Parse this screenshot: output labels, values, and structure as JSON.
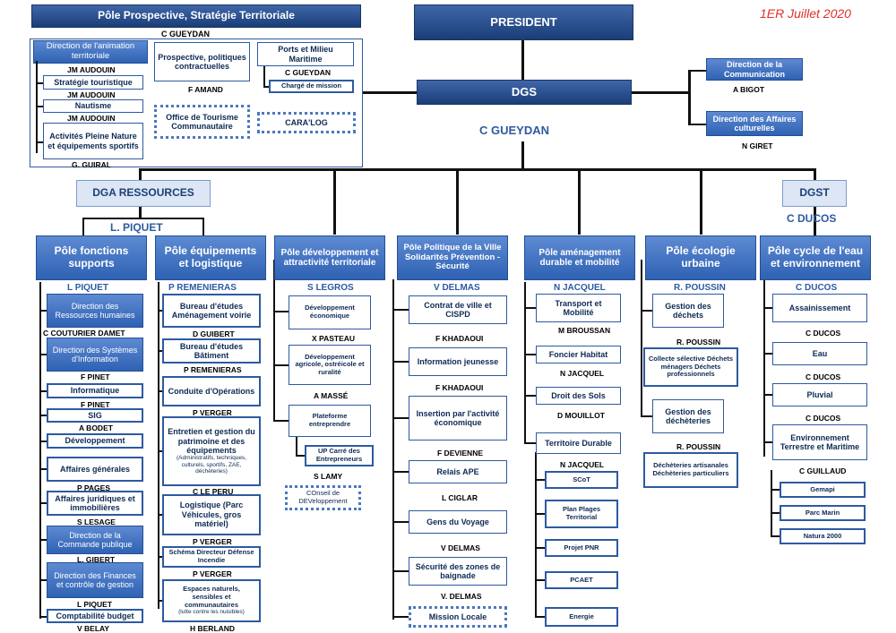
{
  "date": "1ER Juillet 2020",
  "top": {
    "prospective_title": "Pôle Prospective, Stratégie Territoriale",
    "prospective_name": "C GUEYDAN",
    "anim_title": "Direction de l'animation territoriale",
    "anim_name": "JM AUDOUIN",
    "strat_tour": "Stratégie touristique",
    "strat_tour_name": "JM AUDOUIN",
    "nautisme": "Nautisme",
    "nautisme_name": "JM AUDOUIN",
    "activites": "Activités Pleine Nature et équipements sportifs",
    "activites_name": "G. GUIRAL",
    "prosp_pol": "Prospective, politiques contractuelles",
    "prosp_pol_name": "F AMAND",
    "office": "Office de Tourisme Communautaire",
    "ports": "Ports et Milieu Maritime",
    "ports_name": "C GUEYDAN",
    "charge": "Chargé de mission",
    "caralog": "CARA'LOG",
    "president": "PRESIDENT",
    "dgs": "DGS",
    "dgs_name": "C GUEYDAN",
    "comm": "Direction de la Communication",
    "comm_name": "A BIGOT",
    "culture": "Direction des Affaires culturelles",
    "culture_name": "N GIRET",
    "dga": "DGA RESSOURCES",
    "dga_name": "L. PIQUET",
    "dgst": "DGST",
    "dgst_name": "C DUCOS"
  },
  "poles": [
    {
      "title": "Pôle fonctions supports",
      "name": "L PIQUET"
    },
    {
      "title": "Pôle équipements et logistique",
      "name": "P REMENIERAS"
    },
    {
      "title": "Pôle développement et attractivité territoriale",
      "name": "S LEGROS"
    },
    {
      "title": "Pôle Politique de la Ville Solidarités Prévention - Sécurité",
      "name": "V DELMAS"
    },
    {
      "title": "Pôle aménagement durable et mobilité",
      "name": "N JACQUEL"
    },
    {
      "title": "Pôle écologie urbaine",
      "name": "R. POUSSIN"
    },
    {
      "title": "Pôle cycle de l'eau et environnement",
      "name": "C DUCOS"
    }
  ],
  "col1": [
    {
      "label": "Direction des Ressources humaines",
      "name": "C COUTURIER DAMET"
    },
    {
      "label": "Direction des Systèmes d'Information",
      "name": "F PINET"
    },
    {
      "label": "Informatique",
      "name": "F PINET"
    },
    {
      "label": "SIG",
      "name": "A BODET"
    },
    {
      "label": "Développement",
      "name": ""
    },
    {
      "label": "Affaires générales",
      "name": "P PAGES"
    },
    {
      "label": "Affaires juridiques et immobilières",
      "name": "S LESAGE"
    },
    {
      "label": "Direction de la Commande publique",
      "name": "L. GIBERT"
    },
    {
      "label": "Direction des Finances et contrôle de gestion",
      "name": "L PIQUET"
    },
    {
      "label": "Comptabilité budget",
      "name": "V BELAY"
    }
  ],
  "col2": [
    {
      "label": "Bureau d'études Aménagement voirie",
      "name": "D GUIBERT"
    },
    {
      "label": "Bureau d'études Bâtiment",
      "name": "P REMENIERAS"
    },
    {
      "label": "Conduite d'Opérations",
      "name": "P VERGER"
    },
    {
      "label": "Entretien et gestion du patrimoine et des équipements",
      "sub": "(Administratifs, techniques, culturels, sportifs, ZAE, déchèteries)",
      "name": "C LE PERU"
    },
    {
      "label": "Logistique (Parc Véhicules, gros matériel)",
      "name": "P VERGER"
    },
    {
      "label": "Schéma Directeur Défense Incendie",
      "name": "P VERGER"
    },
    {
      "label": "Espaces naturels, sensibles et communautaires",
      "sub": "(lutte contre les nuisibles)",
      "name": "H BERLAND"
    }
  ],
  "col3": [
    {
      "label": "Développement économique",
      "name": "X PASTEAU"
    },
    {
      "label": "Développement agricole, ostréicole et ruralité",
      "name": "A MASSÉ"
    },
    {
      "label": "Plateforme entreprendre",
      "name": ""
    },
    {
      "label": "UP Carré des Entrepreneurs",
      "name": "S LAMY"
    },
    {
      "label": "COnseil de DEVeloppement",
      "name": ""
    }
  ],
  "col4": [
    {
      "label": "Contrat de ville et CISPD",
      "name": "F KHADAOUI"
    },
    {
      "label": "Information jeunesse",
      "name": "F KHADAOUI"
    },
    {
      "label": "Insertion par l'activité économique",
      "name": "F DEVIENNE"
    },
    {
      "label": "Relais APE",
      "name": "L CIGLAR"
    },
    {
      "label": "Gens du Voyage",
      "name": "V DELMAS"
    },
    {
      "label": "Sécurité des zones de baignade",
      "name": "V. DELMAS"
    },
    {
      "label": "Mission Locale",
      "name": ""
    }
  ],
  "col5": [
    {
      "label": "Transport et Mobilité",
      "name": "M BROUSSAN"
    },
    {
      "label": "Foncier Habitat",
      "name": "N JACQUEL"
    },
    {
      "label": "Droit des Sols",
      "name": "D MOUILLOT"
    },
    {
      "label": "Territoire Durable",
      "name": "N JACQUEL"
    },
    {
      "label": "SCoT",
      "name": ""
    },
    {
      "label": "Plan Plages Territorial",
      "name": ""
    },
    {
      "label": "Projet PNR",
      "name": ""
    },
    {
      "label": "PCAET",
      "name": ""
    },
    {
      "label": "Energie",
      "name": ""
    }
  ],
  "col6": [
    {
      "label": "Gestion des déchets",
      "name": "R. POUSSIN"
    },
    {
      "label": "Collecte sélective Déchets ménagers Déchets professionnels",
      "name": ""
    },
    {
      "label": "Gestion des déchèteries",
      "name": "R. POUSSIN"
    },
    {
      "label": "Déchèteries artisanales Déchèteries particuliers",
      "name": ""
    }
  ],
  "col7": [
    {
      "label": "Assainissement",
      "name": "C DUCOS"
    },
    {
      "label": "Eau",
      "name": "C DUCOS"
    },
    {
      "label": "Pluvial",
      "name": "C DUCOS"
    },
    {
      "label": "Environnement Terrestre et Maritime",
      "name": "C GUILLAUD"
    },
    {
      "label": "Gemapi",
      "name": ""
    },
    {
      "label": "Parc Marin",
      "name": ""
    },
    {
      "label": "Natura 2000",
      "name": ""
    }
  ]
}
